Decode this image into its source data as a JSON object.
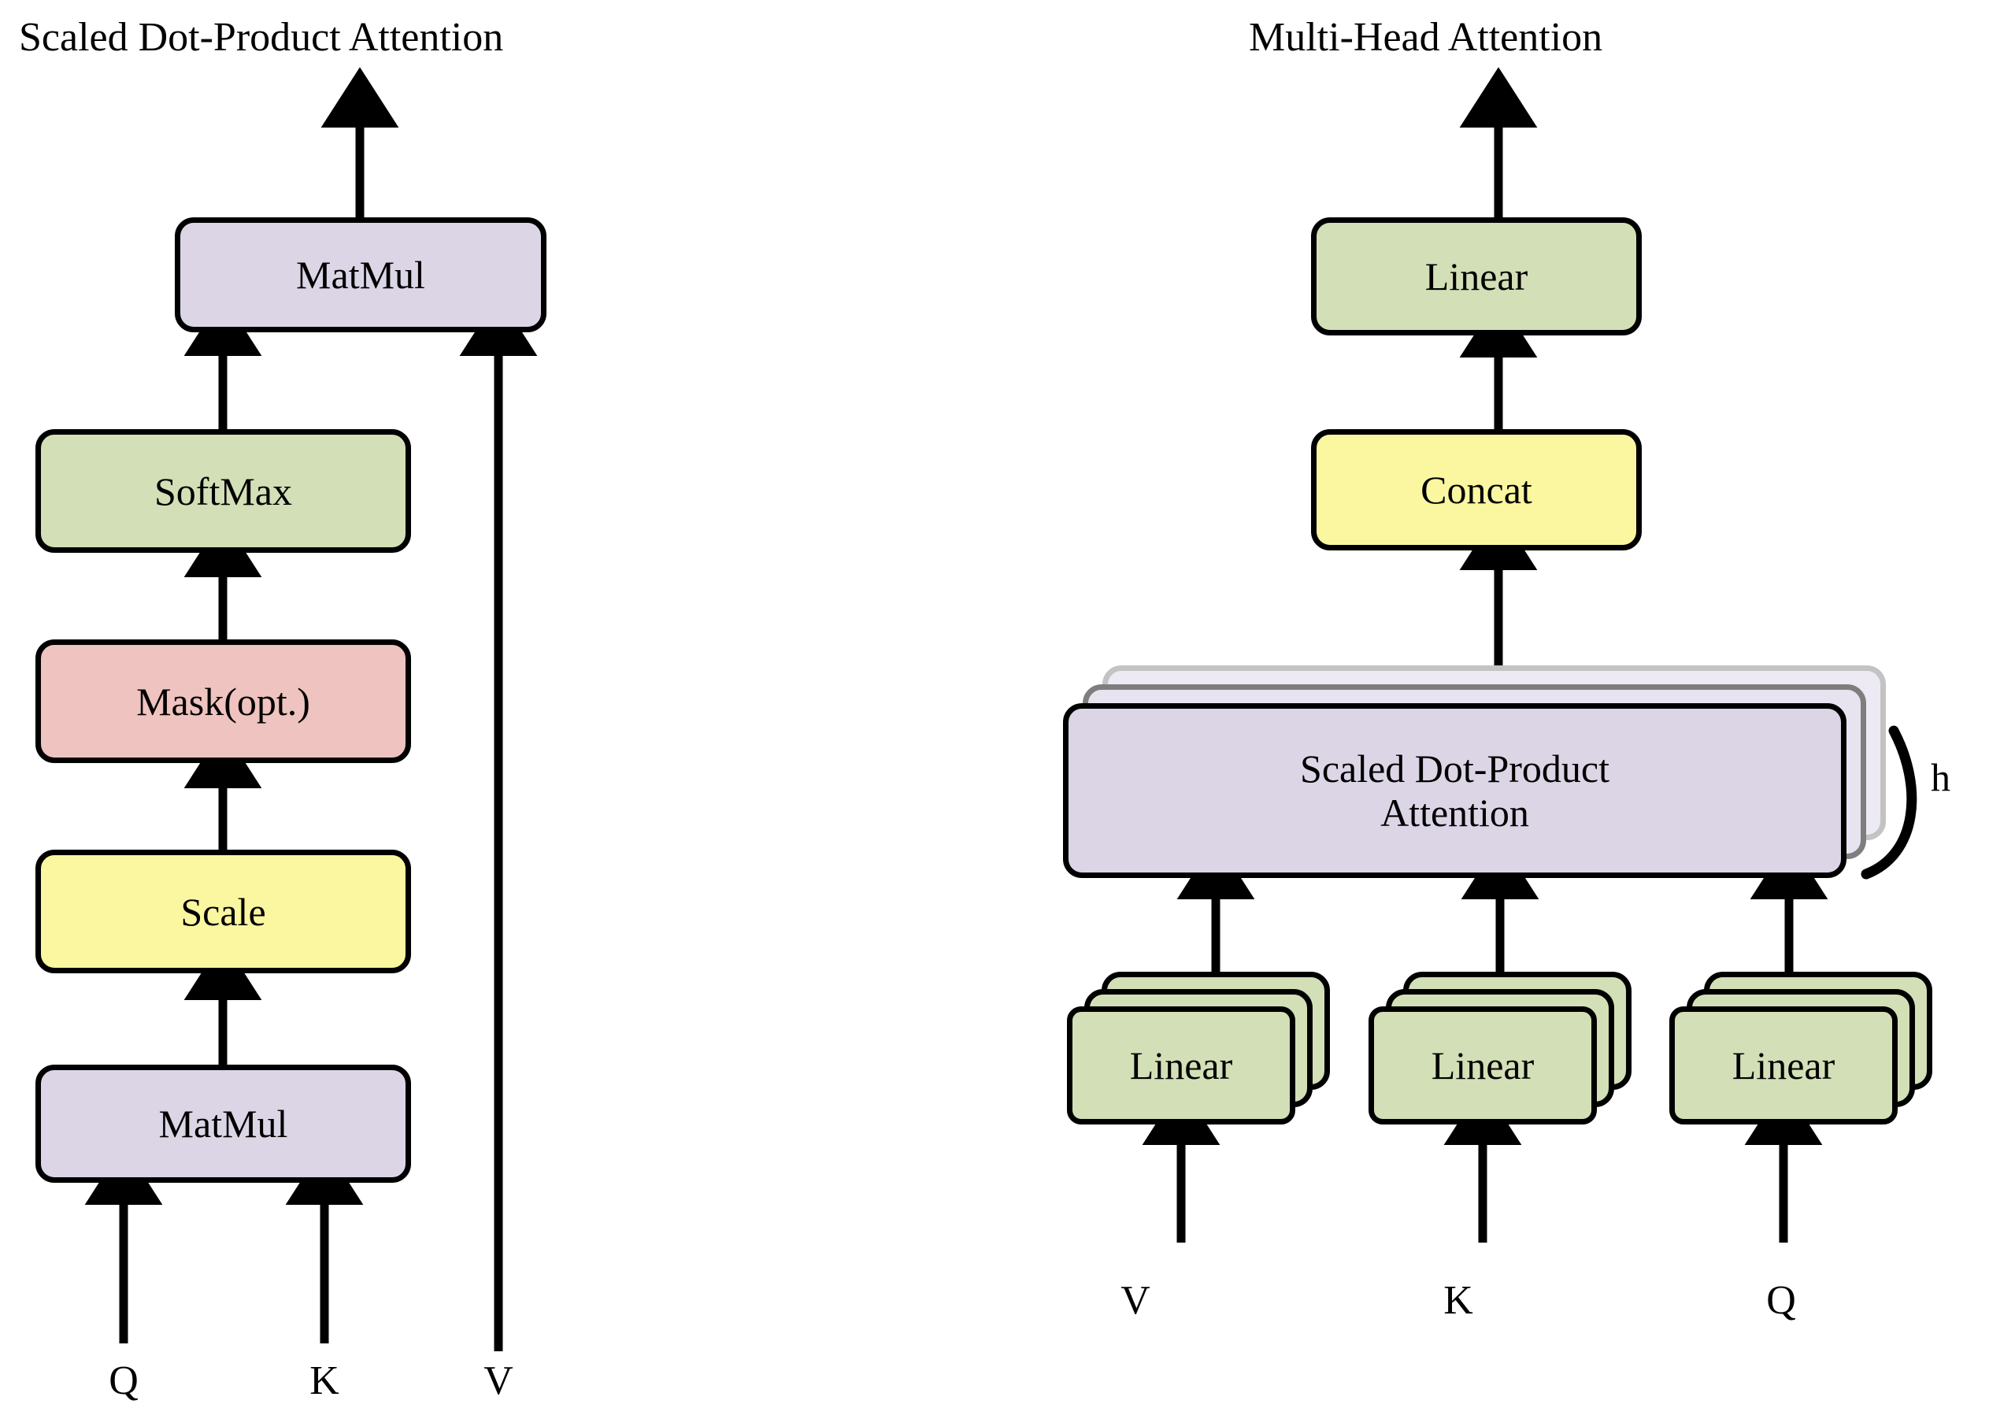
{
  "figure": {
    "type": "diagram",
    "background": "#ffffff",
    "stroke": "#000000"
  },
  "colors": {
    "purple": "#DCD5E6",
    "purple_ghost_mid": "#E7E3EF",
    "purple_ghost_back": "#EDEAF3",
    "green": "#D3DFB6",
    "yellow": "#FAF7A0",
    "pink": "#EFC3BF",
    "border": "#000000",
    "ghost_border_mid": "#7E7E7E",
    "ghost_border_back": "#C3C3C3"
  },
  "panels": [
    {
      "id": "scaled-dot-product-attention",
      "title": "Scaled Dot-Product Attention",
      "nodes": [
        {
          "id": "sdpa-matmul-top",
          "label": "MatMul",
          "fill": "purple"
        },
        {
          "id": "sdpa-softmax",
          "label": "SoftMax",
          "fill": "green"
        },
        {
          "id": "sdpa-mask",
          "label": "Mask(opt.)",
          "fill": "pink"
        },
        {
          "id": "sdpa-scale",
          "label": "Scale",
          "fill": "yellow"
        },
        {
          "id": "sdpa-matmul-bot",
          "label": "MatMul",
          "fill": "purple"
        }
      ],
      "inputs": [
        {
          "id": "sdpa-input-q",
          "label": "Q"
        },
        {
          "id": "sdpa-input-k",
          "label": "K"
        },
        {
          "id": "sdpa-input-v",
          "label": "V"
        }
      ],
      "flow": [
        "Q -> MatMul",
        "K -> MatMul",
        "MatMul -> Scale",
        "Scale -> Mask(opt.)",
        "Mask(opt.) -> SoftMax",
        "SoftMax -> MatMul(top)",
        "V -> MatMul(top)",
        "MatMul(top) -> output"
      ]
    },
    {
      "id": "multi-head-attention",
      "title": "Multi-Head Attention",
      "nodes": [
        {
          "id": "mha-linear-top",
          "label": "Linear",
          "fill": "green"
        },
        {
          "id": "mha-concat",
          "label": "Concat",
          "fill": "yellow"
        },
        {
          "id": "mha-sdpa",
          "label": "Scaled Dot-Product\nAttention",
          "label_line1": "Scaled Dot-Product",
          "label_line2": "Attention",
          "fill": "purple",
          "stacked": 3
        },
        {
          "id": "mha-linear-v",
          "label": "Linear",
          "fill": "green",
          "stacked": 3
        },
        {
          "id": "mha-linear-k",
          "label": "Linear",
          "fill": "green",
          "stacked": 3
        },
        {
          "id": "mha-linear-q",
          "label": "Linear",
          "fill": "green",
          "stacked": 3
        }
      ],
      "annotation": {
        "id": "heads-count",
        "label": "h"
      },
      "inputs": [
        {
          "id": "mha-input-v",
          "label": "V"
        },
        {
          "id": "mha-input-k",
          "label": "K"
        },
        {
          "id": "mha-input-q",
          "label": "Q"
        }
      ],
      "flow": [
        "V -> Linear",
        "K -> Linear",
        "Q -> Linear",
        "Linear(x3) -> Scaled Dot-Product Attention (h heads)",
        "Scaled Dot-Product Attention -> Concat",
        "Concat -> Linear",
        "Linear -> output"
      ]
    }
  ]
}
